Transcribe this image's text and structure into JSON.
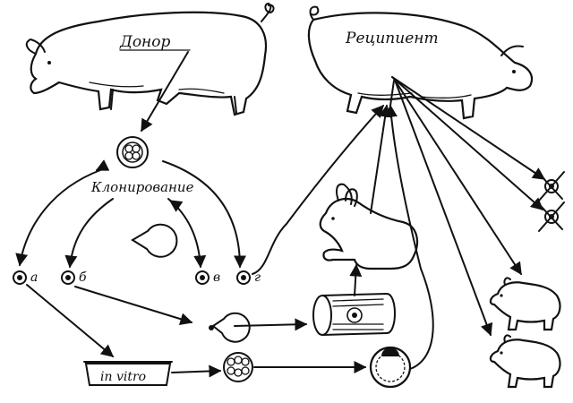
{
  "diagram": {
    "donor_label": "Донор",
    "recipient_label": "Реципиент",
    "cloning_label": "Клонирование",
    "blastomeres": [
      "а",
      "б",
      "в",
      "г"
    ],
    "in_vitro_label": "in vitro"
  },
  "colors": {
    "ink": "#111111",
    "background": "#ffffff"
  }
}
